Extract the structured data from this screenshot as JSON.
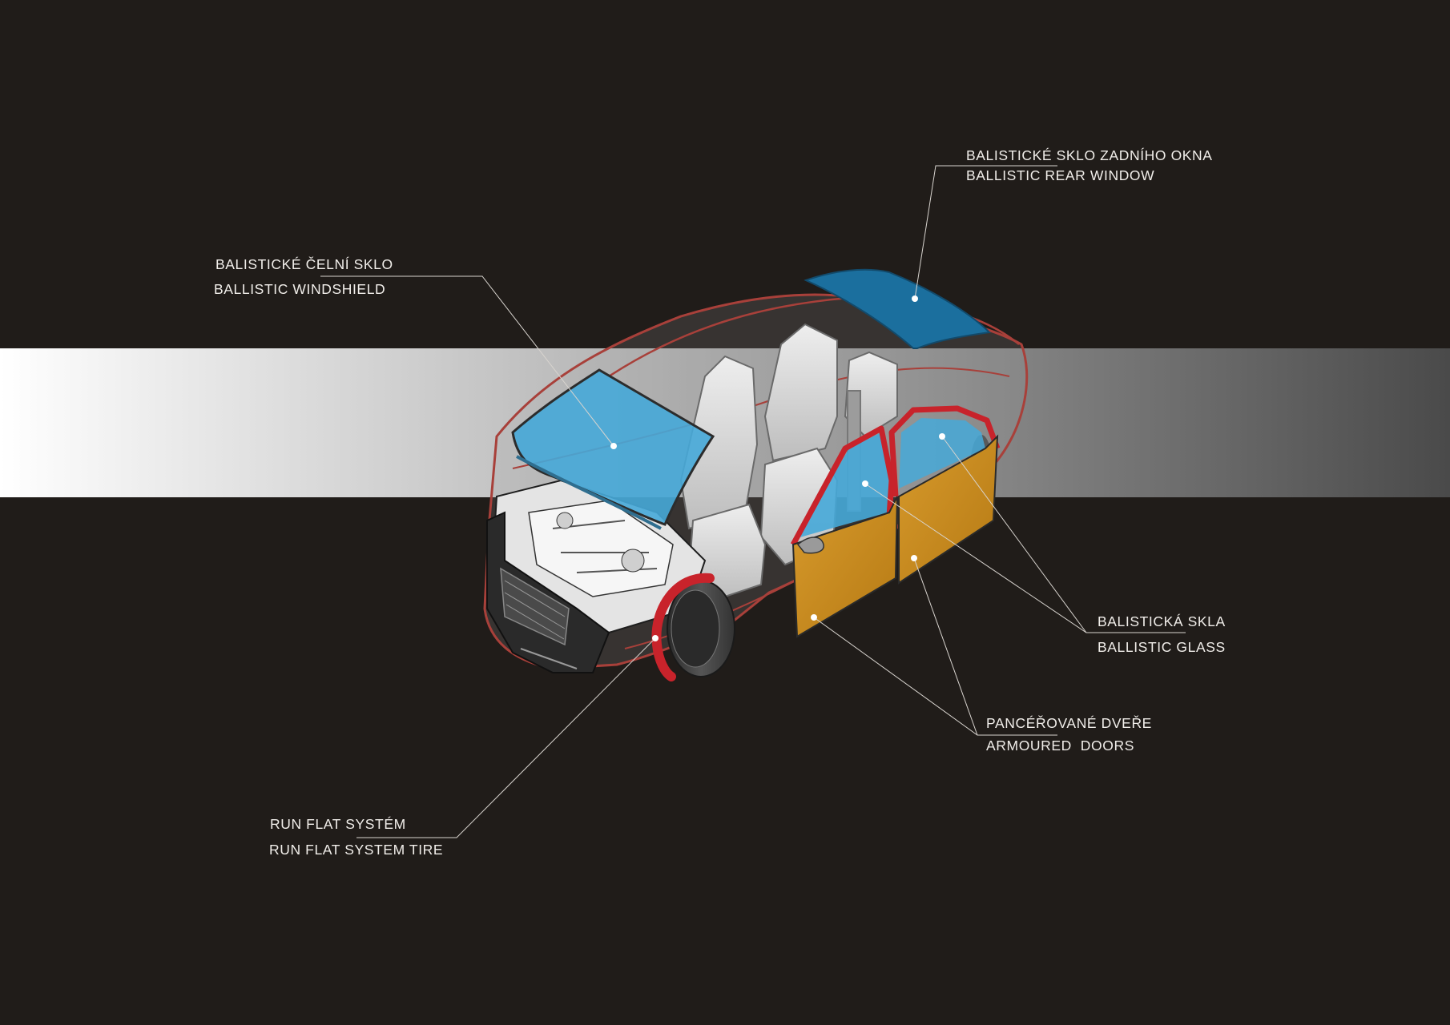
{
  "colors": {
    "background": "#201c19",
    "band_start": "#ffffff",
    "band_end": "#4a4a4a",
    "glass": "#46a9d8",
    "rear_glass": "#1b6f9e",
    "door": "#c58a1f",
    "seal": "#c8232b",
    "outline": "#b0403a",
    "label": "#f1eeea"
  },
  "callouts": {
    "rear_window": {
      "cz": "BALISTICKÉ SKLO ZADNÍHO OKNA",
      "en": "BALLISTIC REAR WINDOW"
    },
    "windshield": {
      "cz": "BALISTICKÉ ČELNÍ SKLO",
      "en": "BALLISTIC WINDSHIELD"
    },
    "glass": {
      "cz": "BALISTICKÁ SKLA",
      "en": "BALLISTIC GLASS"
    },
    "doors": {
      "cz": "PANCÉŘOVANÉ DVEŘE",
      "en": "ARMOURED  DOORS"
    },
    "run_flat": {
      "cz": "RUN FLAT SYSTÉM",
      "en": "RUN FLAT SYSTEM TIRE"
    }
  }
}
